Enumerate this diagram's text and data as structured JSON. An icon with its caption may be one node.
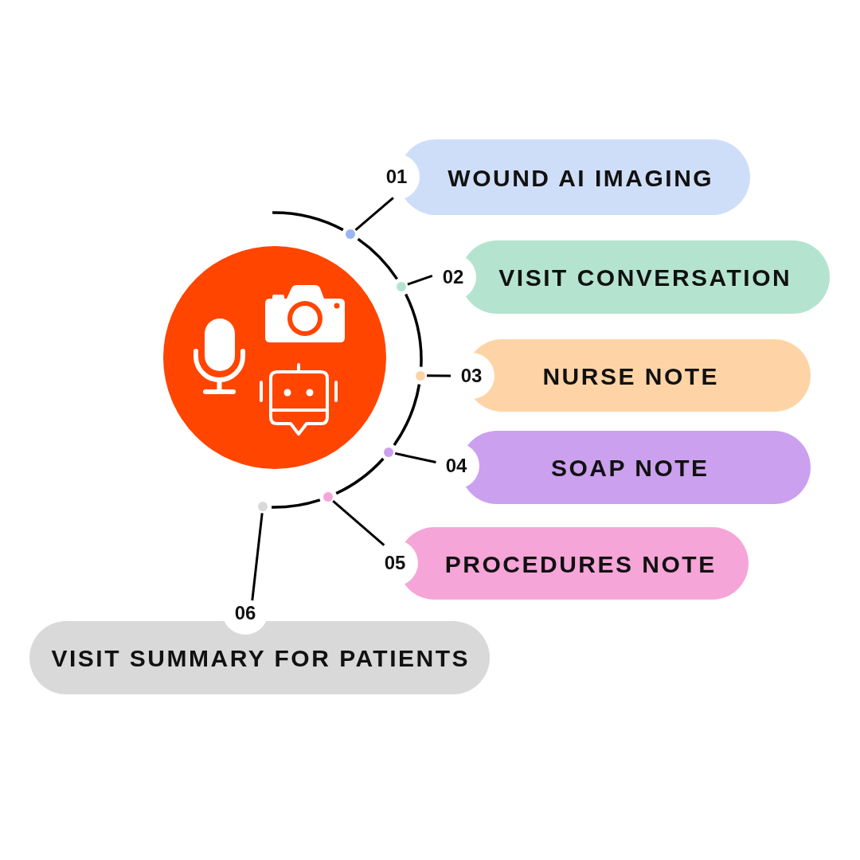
{
  "diagram": {
    "nodes": [
      {
        "text": [],
        "shape": "circle"
      },
      {
        "text": [],
        "shape": "circle"
      },
      {
        "text": [],
        "shape": "circle"
      },
      {
        "text": [],
        "shape": "circle"
      },
      {
        "text": [],
        "shape": "circle"
      },
      {
        "text": [],
        "shape": "circle"
      },
      {
        "text": [],
        "shape": "circle"
      },
      {
        "text": [
          "01",
          "WOUND AI IMAGING"
        ]
      },
      {
        "text": [
          "02",
          "VISIT CONVERSATION"
        ]
      },
      {
        "text": [
          "03",
          "NURSE NOTE"
        ]
      },
      {
        "text": [
          "04",
          "SOAP NOTE"
        ]
      },
      {
        "text": [
          "05",
          "PROCEDURES NOTE"
        ]
      },
      {
        "text": [
          "06",
          "VISIT SUMMARY FOR PATIENTS"
        ]
      }
    ],
    "edges": [
      {
        "from": 1,
        "to": 7,
        "arrow": "none"
      },
      {
        "from": 2,
        "to": 8,
        "arrow": "none"
      },
      {
        "from": 3,
        "to": 9,
        "arrow": "none"
      },
      {
        "from": 4,
        "to": 10,
        "arrow": "none"
      },
      {
        "from": 5,
        "to": 11,
        "arrow": "none"
      },
      {
        "from": 6,
        "to": 12,
        "arrow": "none"
      }
    ]
  }
}
